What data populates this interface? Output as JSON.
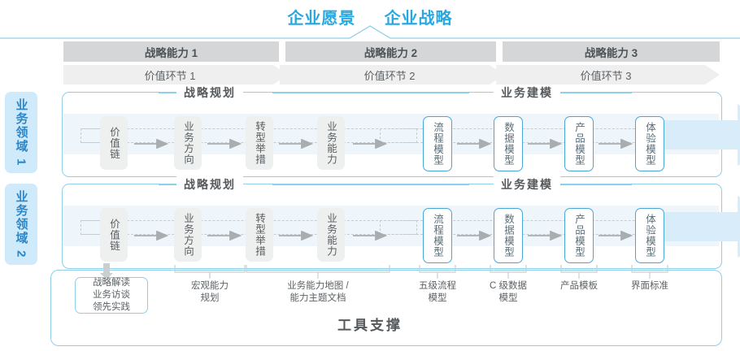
{
  "header": {
    "vision": "企业愿景",
    "strategy": "企业战略"
  },
  "capabilities": [
    {
      "label": "战略能力 1"
    },
    {
      "label": "战略能力 2"
    },
    {
      "label": "战略能力 3"
    }
  ],
  "value_links": [
    {
      "label": "价值环节 1"
    },
    {
      "label": "价值环节 2"
    },
    {
      "label": "价值环节 3"
    }
  ],
  "domains": [
    {
      "label": "业务领域 1"
    },
    {
      "label": "业务领域 2"
    }
  ],
  "rows": [
    {
      "left_title": "战略规划",
      "right_title": "业务建模",
      "nodes": [
        {
          "label": "价值链",
          "style": "gray"
        },
        {
          "label": "业务方向",
          "style": "gray"
        },
        {
          "label": "转型举措",
          "style": "gray"
        },
        {
          "label": "业务能力",
          "style": "gray"
        },
        {
          "label": "流程模型",
          "style": "blue"
        },
        {
          "label": "数据模型",
          "style": "blue"
        },
        {
          "label": "产品模型",
          "style": "blue"
        },
        {
          "label": "体验模型",
          "style": "blue"
        }
      ]
    },
    {
      "left_title": "战略规划",
      "right_title": "业务建模",
      "nodes": [
        {
          "label": "价值链",
          "style": "gray"
        },
        {
          "label": "业务方向",
          "style": "gray"
        },
        {
          "label": "转型举措",
          "style": "gray"
        },
        {
          "label": "业务能力",
          "style": "gray"
        },
        {
          "label": "流程模型",
          "style": "blue"
        },
        {
          "label": "数据模型",
          "style": "blue"
        },
        {
          "label": "产品模型",
          "style": "blue"
        },
        {
          "label": "体验模型",
          "style": "blue"
        }
      ]
    }
  ],
  "tools": {
    "boxed": "战略解读\n业务访谈\n领先实践",
    "labels": [
      {
        "text": "宏观能力\n规划"
      },
      {
        "text": "业务能力地图 /\n能力主题文档"
      },
      {
        "text": "五级流程\n模型"
      },
      {
        "text": "C 级数据\n模型"
      },
      {
        "text": "产品模板"
      },
      {
        "text": "界面标准"
      }
    ]
  },
  "footer": {
    "title": "工具支撑"
  },
  "colors": {
    "accent_blue": "#29a8df",
    "border_blue": "#8fcfe8",
    "node_blue": "#49a7d8",
    "bar_gray": "#d4d6d7",
    "bar_light": "#efefef",
    "band": "#eef6fc",
    "domain_bg": "#cfeafb",
    "text_gray": "#55595c"
  }
}
